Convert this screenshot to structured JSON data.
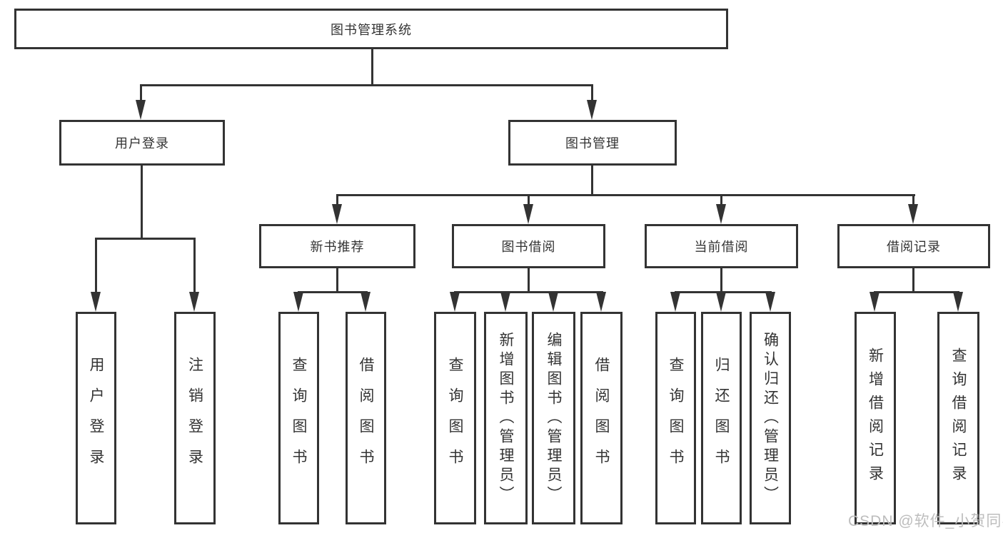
{
  "nodes": {
    "root": "图书管理系统",
    "user_login": "用户登录",
    "book_mgmt": "图书管理",
    "new_book": "新书推荐",
    "book_borrow": "图书借阅",
    "current_borrow": "当前借阅",
    "borrow_record": "借阅记录"
  },
  "leaves": {
    "user_login": [
      "用户登录",
      "注销登录"
    ],
    "new_book": [
      "查询图书",
      "借阅图书"
    ],
    "book_borrow": [
      "查询图书",
      "新增图书（管理员）",
      "编辑图书（管理员）",
      "借阅图书"
    ],
    "current_borrow": [
      "查询图书",
      "归还图书",
      "确认归还（管理员）"
    ],
    "borrow_record": [
      "新增借阅记录",
      "查询借阅记录"
    ]
  },
  "watermark": "CSDN @软件_小贺同学",
  "colors": {
    "line": "#333333",
    "text": "#333333",
    "watermark": "#bdbdbd",
    "background": "#ffffff"
  }
}
